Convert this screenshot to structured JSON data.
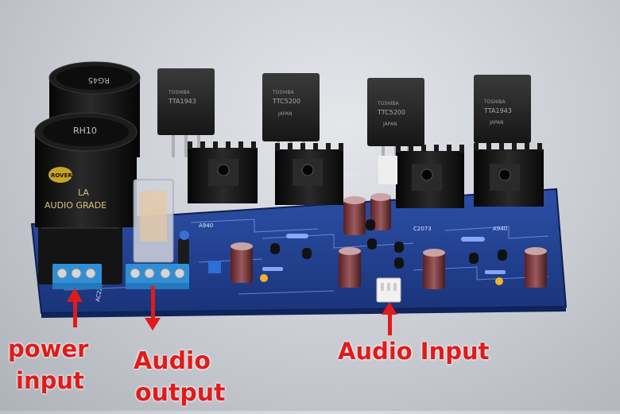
{
  "labels": {
    "power_line1": "power",
    "power_line2": "input",
    "audio_output_line1": "Audio",
    "audio_output_line2": "output",
    "audio_input": "Audio Input"
  },
  "component_markings": {
    "cap1_top": "RG45",
    "cap2_top": "RH10",
    "cap2_brand": "ROVER",
    "cap2_text1": "LA",
    "cap2_text2": "AUDIO GRADE",
    "transistor_brand": "TOSHIBA",
    "transistor_a": "TTA1943",
    "transistor_b": "TTC5200",
    "transistor_origin": "JAPAN",
    "silkscreen_c5200": "C5200",
    "silkscreen_a940": "A940",
    "silkscreen_c2073": "C2073",
    "silkscreen_ac22v": "AC22V"
  },
  "colors": {
    "label_red": "#e01b1b",
    "pcb_blue": "#1f3d8c",
    "terminal_blue": "#2f8fd6",
    "heatsink_black": "#121212",
    "cap_brown": "#6b2b2b"
  }
}
